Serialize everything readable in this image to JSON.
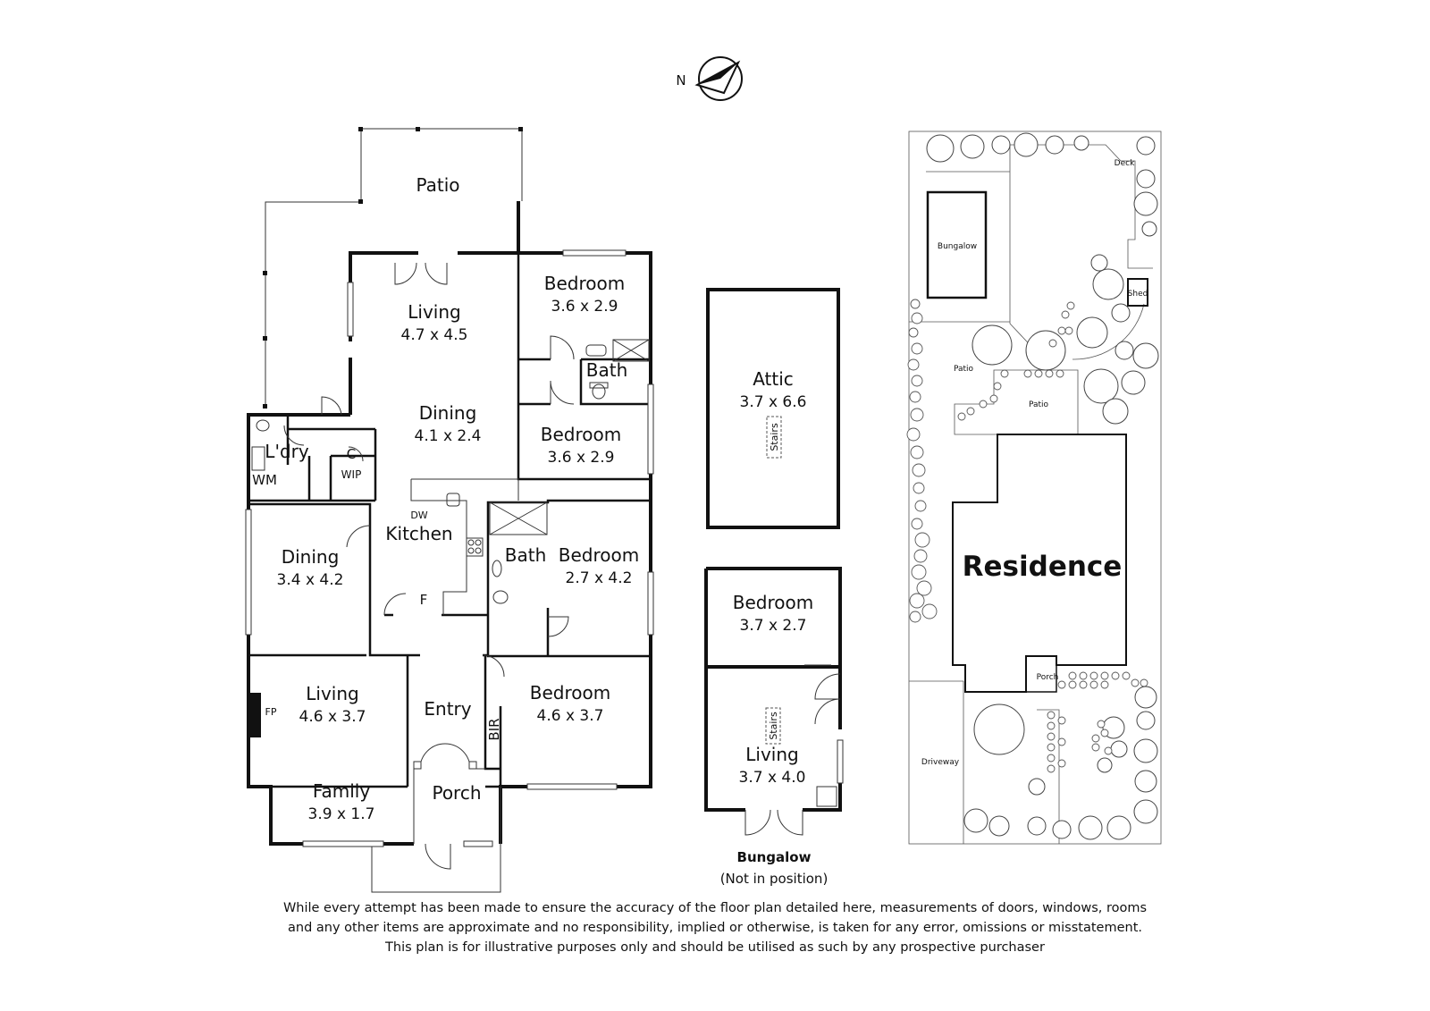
{
  "compass": {
    "label": "N"
  },
  "floor_plan": {
    "patio": "Patio",
    "living_rear": {
      "name": "Living",
      "dims": "4.7 x 4.5"
    },
    "dining_rear": {
      "name": "Dining",
      "dims": "4.1 x 2.4"
    },
    "bedroom_a": {
      "name": "Bedroom",
      "dims": "3.6 x 2.9"
    },
    "bath_a": "Bath",
    "bedroom_b": {
      "name": "Bedroom",
      "dims": "3.6 x 2.9"
    },
    "laundry": "L'dry",
    "wm": "WM",
    "cupboard": "C",
    "wip": "WIP",
    "dw": "DW",
    "kitchen": "Kitchen",
    "fridge": "F",
    "bath_b": "Bath",
    "bedroom_c": {
      "name": "Bedroom",
      "dims": "2.7 x 4.2"
    },
    "dining_front": {
      "name": "Dining",
      "dims": "3.4 x 4.2"
    },
    "living_front": {
      "name": "Living",
      "dims": "4.6 x 3.7"
    },
    "fp": "FP",
    "entry": "Entry",
    "bir": "BIR",
    "bedroom_d": {
      "name": "Bedroom",
      "dims": "4.6 x 3.7"
    },
    "family": {
      "name": "Family",
      "dims": "3.9 x 1.7"
    },
    "porch": "Porch"
  },
  "attic": {
    "name": "Attic",
    "dims": "3.7 x 6.6",
    "stairs": "Stairs"
  },
  "bungalow": {
    "bedroom": {
      "name": "Bedroom",
      "dims": "3.7 x 2.7"
    },
    "stairs": "Stairs",
    "living": {
      "name": "Living",
      "dims": "3.7 x 4.0"
    },
    "caption": "Bungalow",
    "note": "(Not in position)"
  },
  "site_plan": {
    "deck": "Deck",
    "bungalow": "Bungalow",
    "shed": "Shed",
    "patio_1": "Patio",
    "patio_2": "Patio",
    "residence": "Residence",
    "porch": "Porch",
    "driveway": "Driveway"
  },
  "disclaimer": {
    "line1": "While every attempt has been made to ensure the accuracy of the floor plan detailed here, measurements of doors, windows, rooms",
    "line2": "and any other items are approximate and no responsibility, implied or otherwise, is taken for any error, omissions or misstatement.",
    "line3": "This plan is for illustrative purposes only and should be utilised as such by any prospective purchaser"
  }
}
